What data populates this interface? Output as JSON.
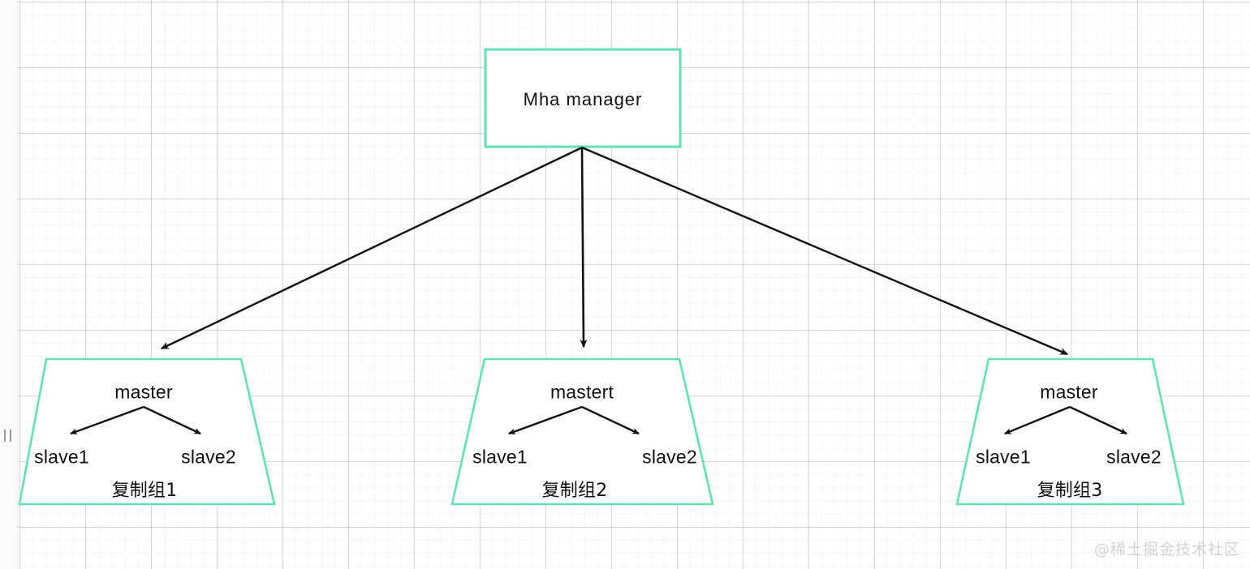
{
  "diagram": {
    "title": "MHA manager replication groups architecture",
    "accent_color": "#63e2b0",
    "line_color": "#111111",
    "background": "#ffffff",
    "manager": {
      "label": "Mha  manager",
      "shape": "rectangle"
    },
    "connector_labels": {
      "to_group1": "",
      "to_group2": "",
      "to_group3": ""
    },
    "groups": [
      {
        "id": "group1",
        "caption": "复制组1",
        "master": "master",
        "slaves": [
          "slave1",
          "slave2"
        ],
        "shape": "trapezoid"
      },
      {
        "id": "group2",
        "caption": "复制组2",
        "master": "mastert",
        "slaves": [
          "slave1",
          "slave2"
        ],
        "shape": "trapezoid"
      },
      {
        "id": "group3",
        "caption": "复制组3",
        "master": "master",
        "slaves": [
          "slave1",
          "slave2"
        ],
        "shape": "trapezoid"
      }
    ]
  },
  "watermark": {
    "text": "@稀土掘金技术社区"
  }
}
